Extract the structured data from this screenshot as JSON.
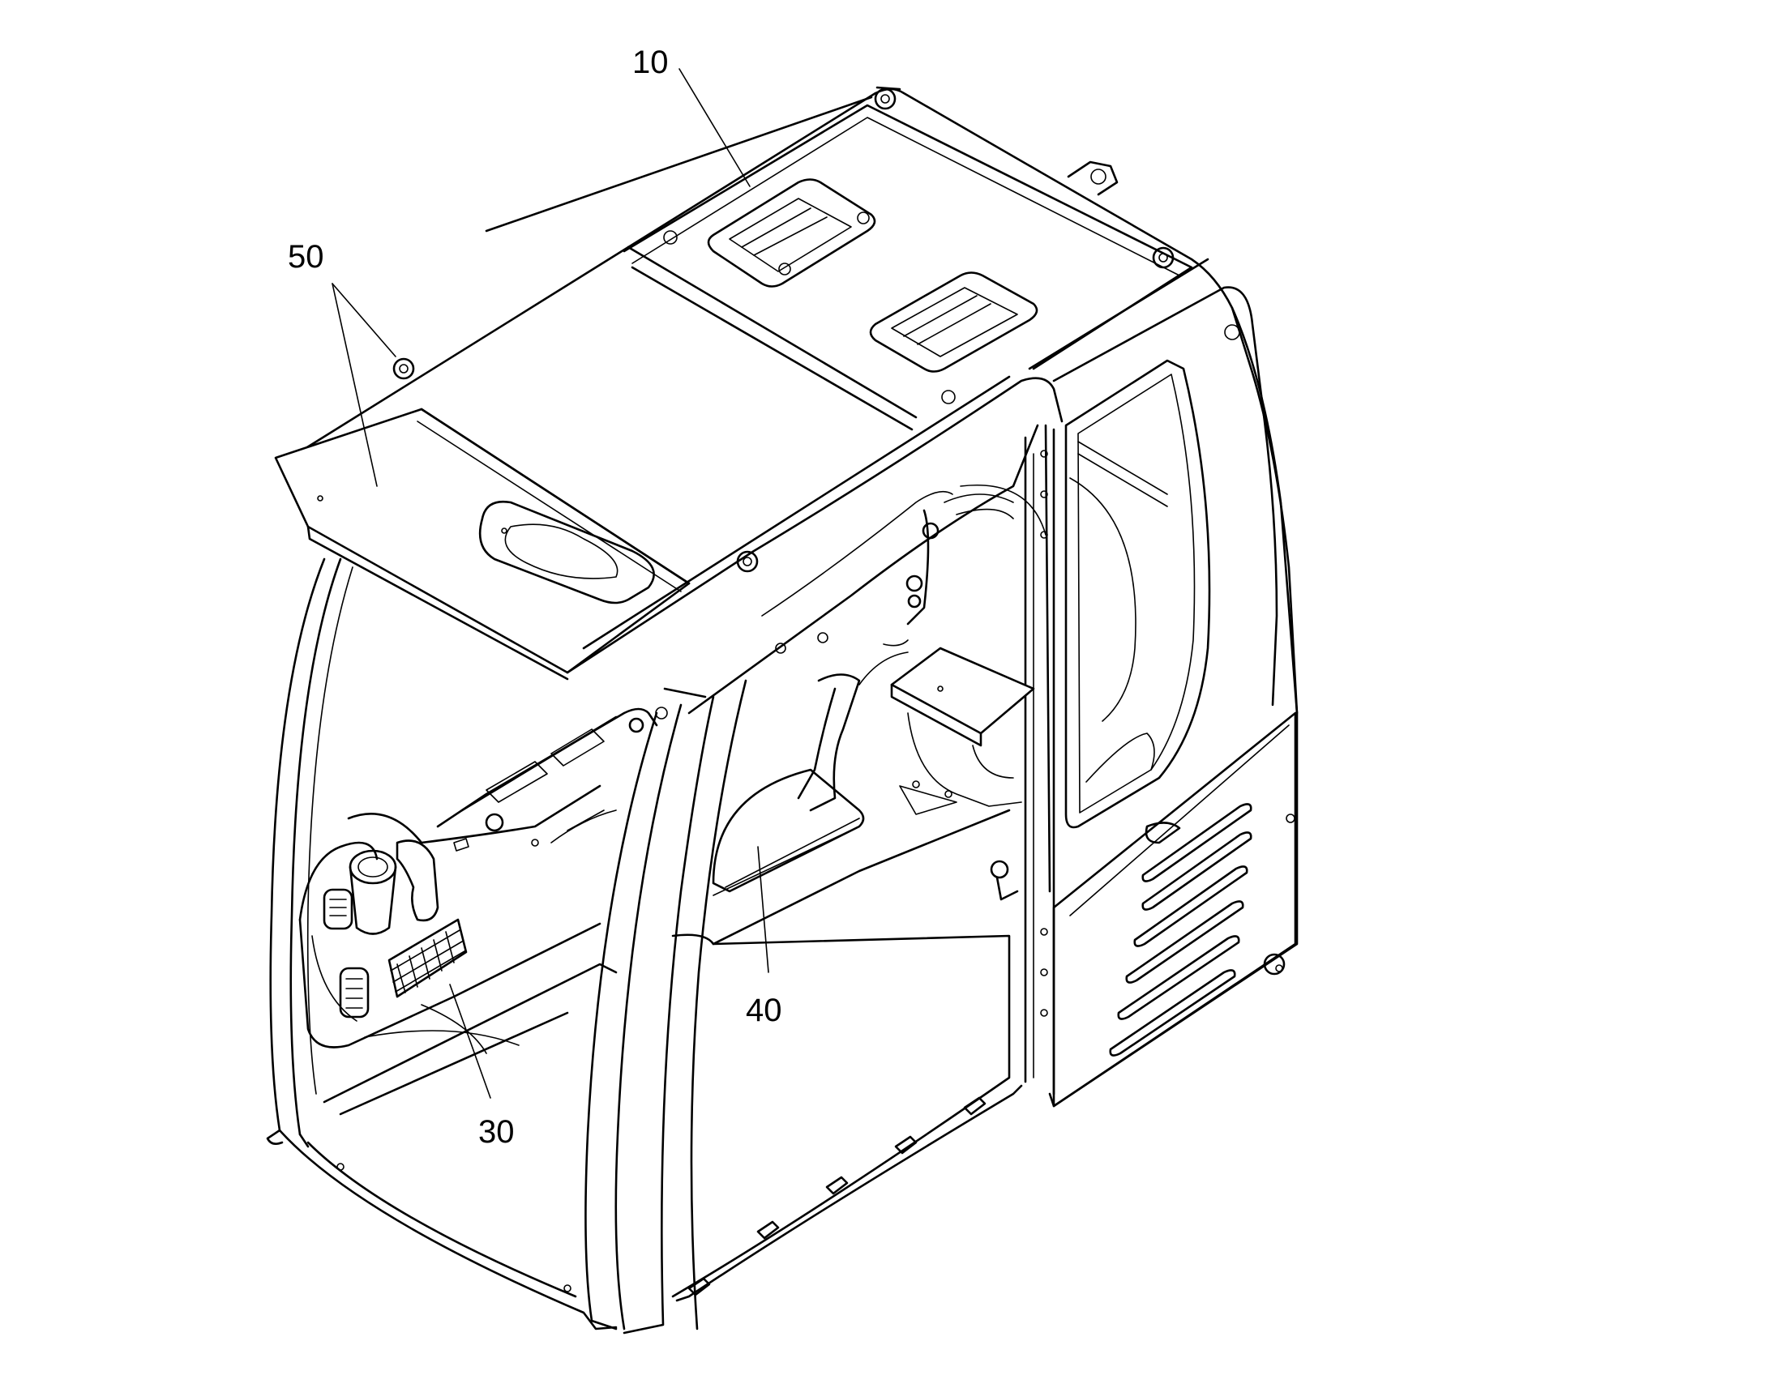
{
  "diagram": {
    "colors": {
      "line": "#000000",
      "background": "#ffffff"
    },
    "callouts": [
      {
        "id": "c10",
        "label": "10"
      },
      {
        "id": "c50",
        "label": "50"
      },
      {
        "id": "c40",
        "label": "40"
      },
      {
        "id": "c30",
        "label": "30"
      }
    ]
  }
}
